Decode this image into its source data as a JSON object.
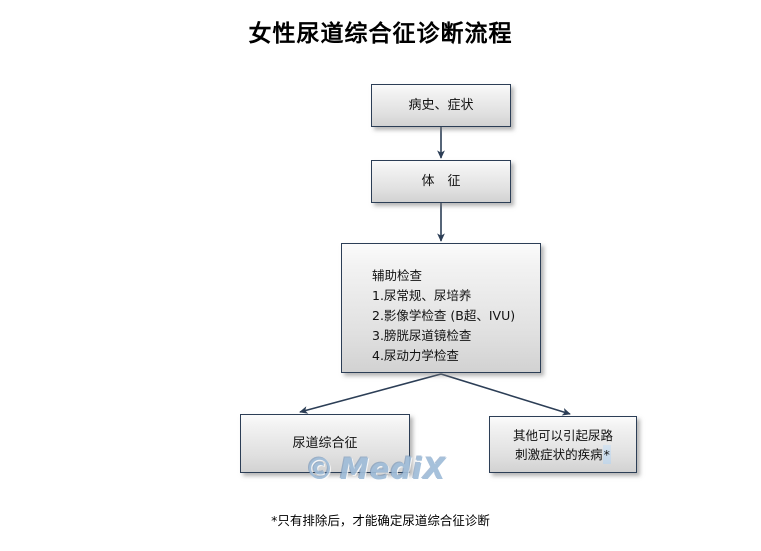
{
  "title": "女性尿道综合征诊断流程",
  "nodes": {
    "history": "病史、症状",
    "signs": "体　征",
    "exams": "辅助检查\n1.尿常规、尿培养\n2.影像学检查 (B超、IVU)\n3.膀胱尿道镜检查\n4.尿动力学检查",
    "syndrome": "尿道综合征",
    "other": "其他可以引起尿路\n刺激症状的疾病",
    "other_marker": "*"
  },
  "footnote": "*只有排除后，才能确定尿道综合征诊断",
  "watermark": {
    "copyright": "©",
    "brand": "MediX"
  },
  "colors": {
    "border": "#2c3e56",
    "connector": "#2c3e56",
    "box_fill_top": "#fbfbfb",
    "box_fill_bottom": "#d2d2d2",
    "text": "#111111",
    "watermark": "#9fbcd8"
  },
  "flow": {
    "edges": [
      {
        "from": "history",
        "to": "signs"
      },
      {
        "from": "signs",
        "to": "exams"
      },
      {
        "from": "exams",
        "to": "syndrome"
      },
      {
        "from": "exams",
        "to": "other"
      }
    ]
  }
}
